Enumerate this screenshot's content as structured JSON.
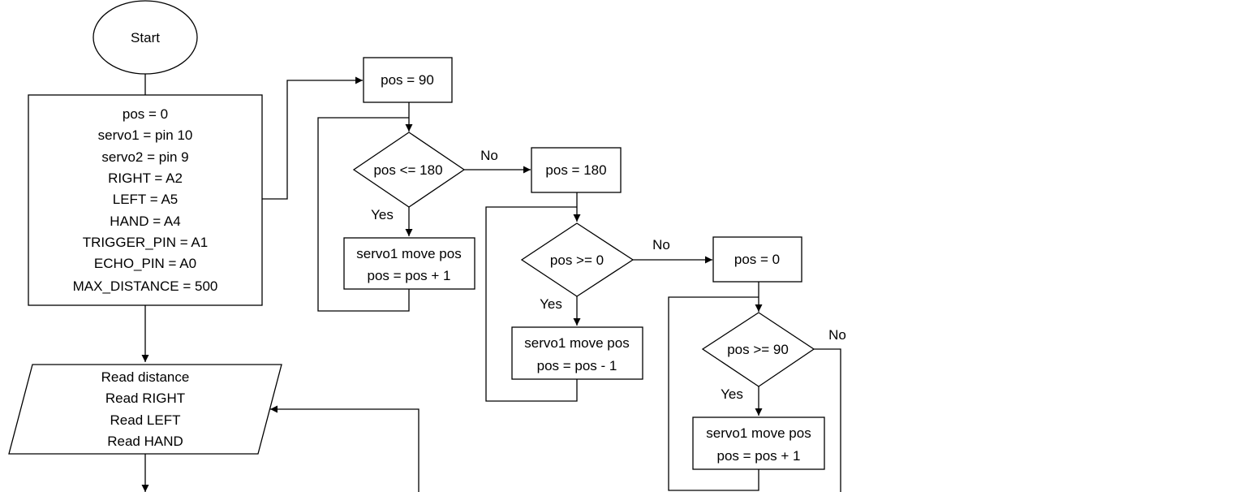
{
  "flowchart": {
    "start": "Start",
    "init": [
      "pos = 0",
      "servo1 =  pin 10",
      "servo2 = pin 9",
      "RIGHT = A2",
      "LEFT = A5",
      "HAND = A4",
      "TRIGGER_PIN = A1",
      "ECHO_PIN = A0",
      "MAX_DISTANCE = 500"
    ],
    "read": [
      "Read distance",
      "Read RIGHT",
      "Read LEFT",
      "Read HAND"
    ],
    "pos90": "pos = 90",
    "cond1": "pos <= 180",
    "loop1": [
      "servo1 move pos",
      "pos = pos + 1"
    ],
    "pos180": "pos = 180",
    "cond2": "pos >= 0",
    "loop2": [
      "servo1 move pos",
      "pos = pos - 1"
    ],
    "pos0": "pos = 0",
    "cond3": "pos >= 90",
    "loop3": [
      "servo1 move pos",
      "pos = pos + 1"
    ],
    "yes": "Yes",
    "no": "No"
  }
}
